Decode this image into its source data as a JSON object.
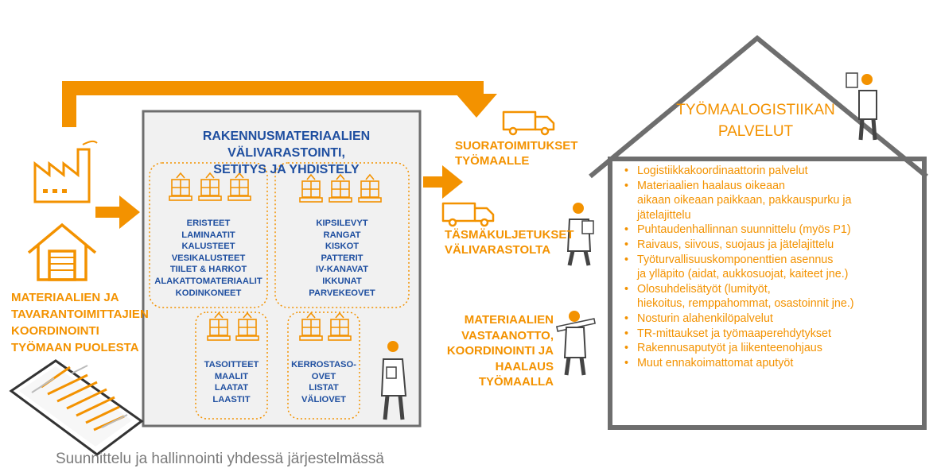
{
  "colors": {
    "accent": "#f39200",
    "blue": "#1f4fa0",
    "gray_border": "#6e6e6e",
    "panel_bg": "#f1f1f1",
    "footer_text": "#7a7a7a"
  },
  "icons": [
    "factory-icon",
    "warehouse-icon",
    "tablet-icon",
    "truck-icon",
    "pallet-icon",
    "worker-icon"
  ],
  "left": {
    "supplier_coordination": [
      "MATERIAALIEN JA",
      "TAVARANTOIMITTAJIEN",
      "KOORDINOINTI",
      "TYÖMAAN PUOLESTA"
    ]
  },
  "center": {
    "title": [
      "RAKENNUSMATERIAALIEN VÄLIVARASTOINTI,",
      "SETITYS JA YHDISTELY"
    ],
    "groups": [
      {
        "items": [
          "ERISTEET",
          "LAMINAATIT",
          "KALUSTEET",
          "VESIKALUSTEET",
          "TIILET & HARKOT",
          "ALAKATTOMATERIAALIT",
          "KODINKONEET"
        ]
      },
      {
        "items": [
          "KIPSILEVYT",
          "RANGAT",
          "KISKOT",
          "PATTERIT",
          "IV-KANAVAT",
          "IKKUNAT",
          "PARVEKEOVET"
        ]
      },
      {
        "items": [
          "TASOITTEET",
          "MAALIT",
          "LAATAT",
          "LAASTIT"
        ]
      },
      {
        "items": [
          "KERROSTASO-",
          "OVET",
          "LISTAT",
          "VÄLIOVET"
        ]
      }
    ]
  },
  "delivery": {
    "direct": [
      "SUORATOIMITUKSET",
      "TYÖMAALLE"
    ],
    "precision": [
      "TÄSMÄKULJETUKSET",
      "VÄLIVARASTOLTA"
    ],
    "reception": [
      "MATERIAALIEN",
      "VASTAANOTTO,",
      "KOORDINOINTI JA",
      "HAALAUS TYÖMAALLA"
    ]
  },
  "house": {
    "title": [
      "TYÖMAALOGISTIIKAN",
      "PALVELUT"
    ],
    "services": [
      [
        "Logistiikkakoordinaattorin palvelut"
      ],
      [
        "Materiaalien haalaus oikeaan",
        "aikaan oikeaan paikkaan, pakkauspurku ja",
        "jätelajittelu"
      ],
      [
        "Puhtaudenhallinnan suunnittelu (myös P1)"
      ],
      [
        "Raivaus, siivous, suojaus ja jätelajittelu"
      ],
      [
        "Työturvallisuuskomponenttien asennus",
        "ja ylläpito (aidat, aukkosuojat, kaiteet jne.)"
      ],
      [
        "Olosuhdelisätyöt (lumityöt,",
        "hiekoitus, remppahommat, osastoinnit jne.)"
      ],
      [
        "Nosturin alahenkilöpalvelut"
      ],
      [
        "TR-mittaukset ja työmaaperehdytykset"
      ],
      [
        "Rakennusaputyöt ja liikenteenohjaus"
      ],
      [
        "Muut ennakoimattomat aputyöt"
      ]
    ]
  },
  "footer": "Suunnittelu ja hallinnointi yhdessä järjestelmässä"
}
